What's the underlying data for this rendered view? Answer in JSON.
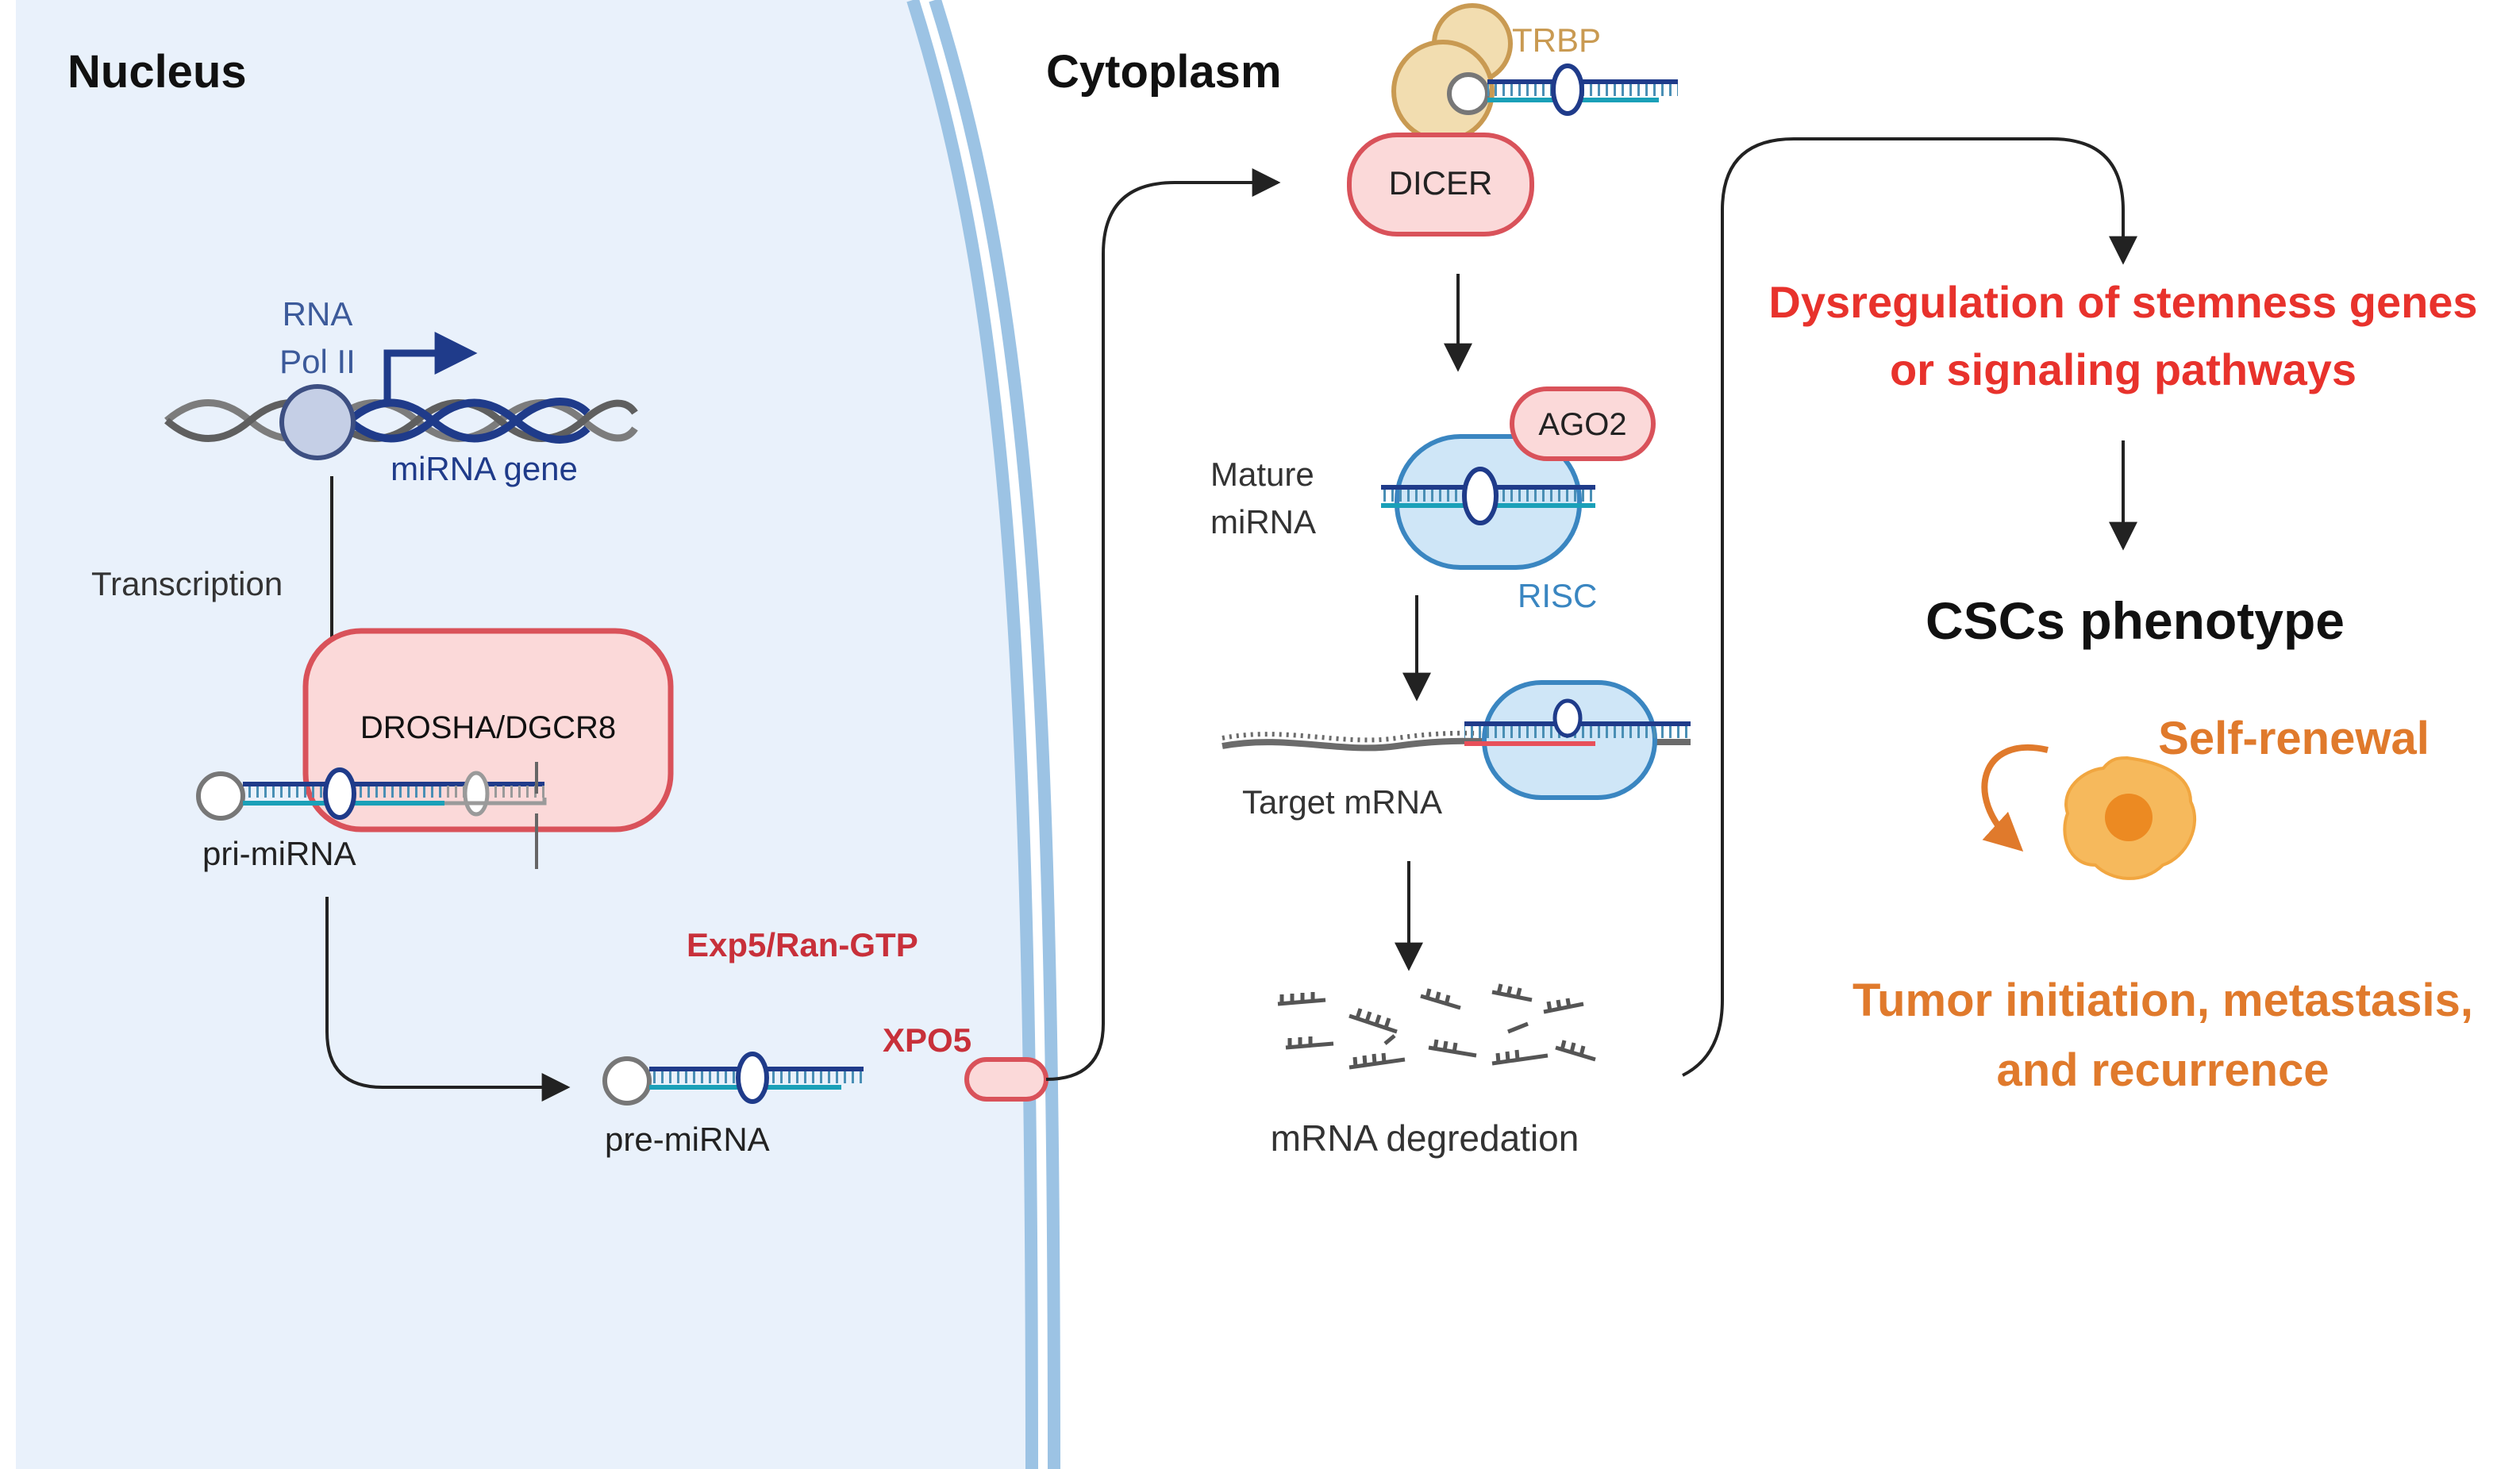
{
  "regions": {
    "nucleus": "Nucleus",
    "cytoplasm": "Cytoplasm"
  },
  "labels": {
    "rna": "RNA",
    "pol_ii": "Pol II",
    "mirna_gene": "miRNA gene",
    "transcription": "Transcription",
    "drosha_dgcr8": "DROSHA/DGCR8",
    "pri_mirna": "pri-miRNA",
    "exp5_ran_gtp": "Exp5/Ran-GTP",
    "xpo5": "XPO5",
    "pre_mirna": "pre-miRNA",
    "trbp": "TRBP",
    "dicer": "DICER",
    "ago2": "AGO2",
    "mature": "Mature",
    "mirna": "miRNA",
    "risc": "RISC",
    "target_mrna": "Target mRNA",
    "mrna_degredation": "mRNA degredation"
  },
  "outcomes": {
    "dysregulation_line1": "Dysregulation of stemness genes",
    "dysregulation_line2": "or signaling pathways",
    "cscs_phenotype": "CSCs phenotype",
    "self_renewal": "Self-renewal",
    "tumor_line1": "Tumor initiation, metastasis,",
    "tumor_line2": "and recurrence"
  },
  "colors": {
    "nucleus_fill": "#e9f1fb",
    "membrane": "#9cc3e4",
    "enzyme_fill": "#fbd9d9",
    "enzyme_stroke": "#d9525a",
    "risc_fill": "#cfe6f7",
    "risc_stroke": "#3a86c1",
    "dark_blue": "#1f3b8a",
    "teal": "#1aa0b8",
    "trbp": "#c99a52",
    "red_text": "#e8322c",
    "orange_text": "#e07a2c",
    "dark_red_text": "#c8303a"
  }
}
